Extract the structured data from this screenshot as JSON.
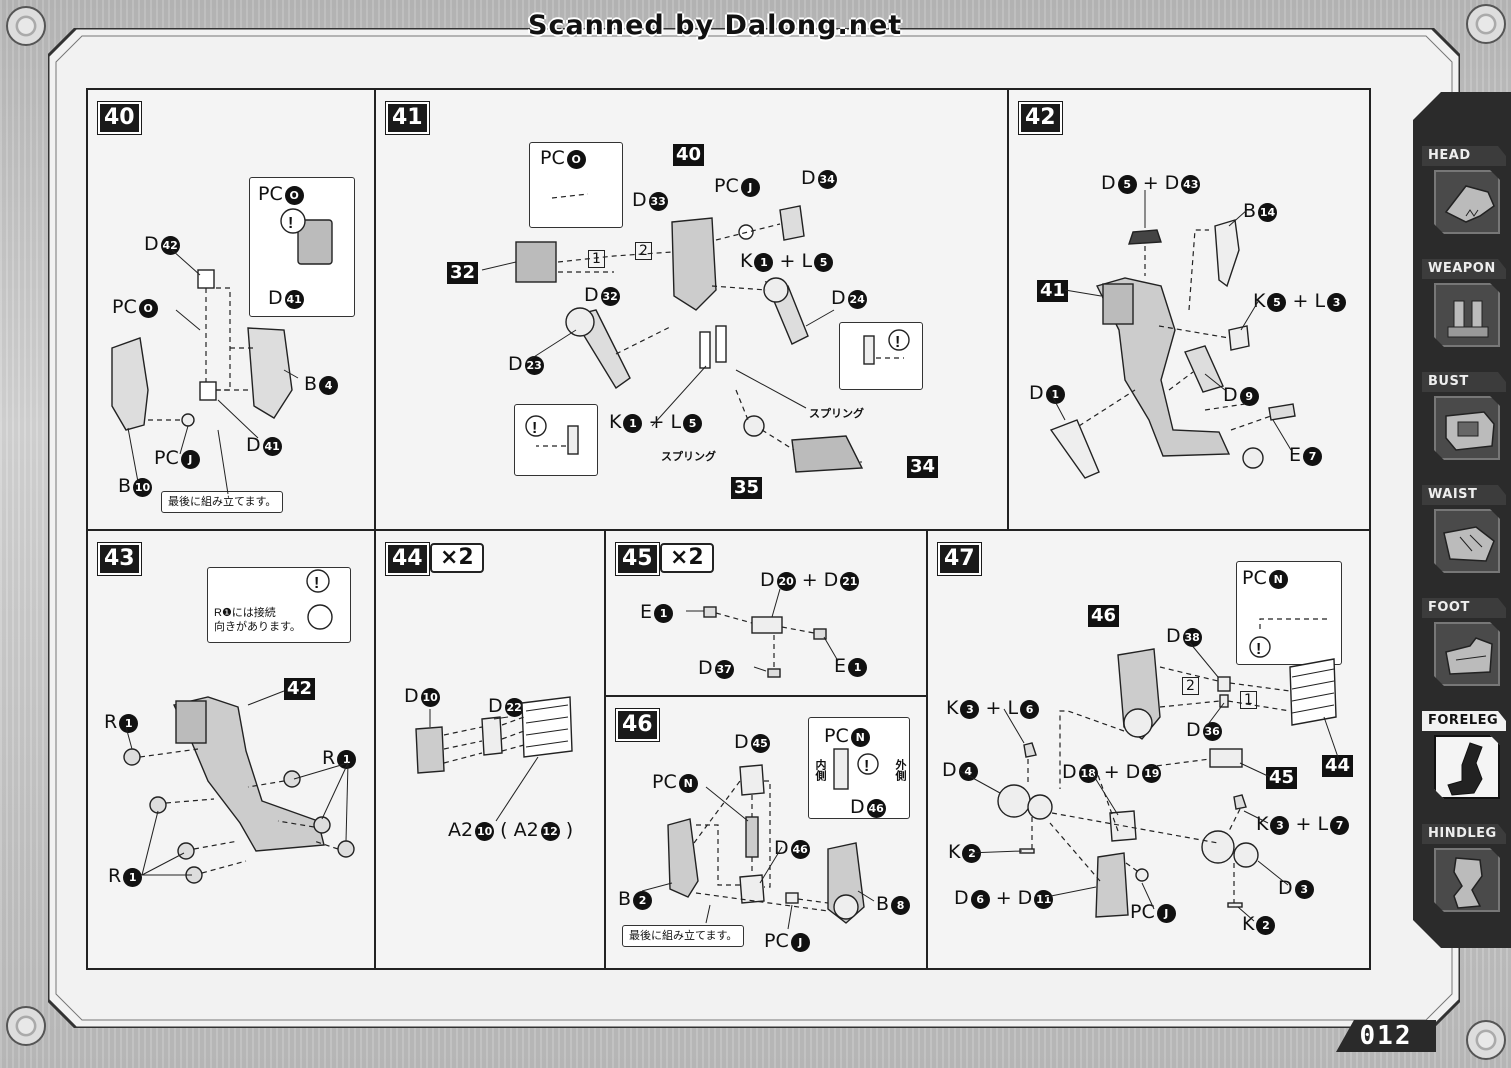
{
  "header": {
    "scan_credit": "Scanned by Dalong.net"
  },
  "page_number": "012",
  "sidebar": {
    "tabs": [
      {
        "label": "HEAD",
        "icon": "head-icon",
        "active": false
      },
      {
        "label": "WEAPON",
        "icon": "weapon-icon",
        "active": false
      },
      {
        "label": "BUST",
        "icon": "bust-icon",
        "active": false
      },
      {
        "label": "WAIST",
        "icon": "waist-icon",
        "active": false
      },
      {
        "label": "FOOT",
        "icon": "foot-icon",
        "active": false
      },
      {
        "label": "FORELEG",
        "icon": "foreleg-icon",
        "active": true
      },
      {
        "label": "HINDLEG",
        "icon": "hindleg-icon",
        "active": false
      }
    ]
  },
  "steps": {
    "s40": {
      "num": "40",
      "labels": {
        "pc_o_top": "PC",
        "d42": "D",
        "pc_o": "PC",
        "b4": "B",
        "d41_top": "D",
        "d41": "D",
        "pc_j": "PC",
        "b10": "B"
      },
      "circs": {
        "o_top": "O",
        "c42": "42",
        "o": "O",
        "c4": "4",
        "c41_top": "41",
        "c41": "41",
        "j": "J",
        "c10": "10"
      },
      "note": "最後に組み立てます。"
    },
    "s41": {
      "num": "41",
      "labels": {
        "pc_o": "PC",
        "d33": "D",
        "pc_j": "PC",
        "d34": "D",
        "k1l5_top": "K",
        "plus_l_top": "+ L",
        "d32": "D",
        "d24": "D",
        "d23": "D",
        "k1l5": "K",
        "plus_l": "+ L",
        "spring1": "スプリング",
        "spring2": "スプリング"
      },
      "circs": {
        "o": "O",
        "c33": "33",
        "j": "J",
        "c34": "34",
        "k1": "1",
        "l5": "5",
        "c32": "32",
        "c24": "24",
        "c23": "23",
        "k1b": "1",
        "l5b": "5"
      },
      "boxnums": {
        "b40": "40",
        "b32": "32",
        "b35": "35",
        "b34": "34"
      },
      "order": {
        "first": "1",
        "second": "2"
      }
    },
    "s42": {
      "num": "42",
      "labels": {
        "d5d43": "D",
        "plus_d": "+ D",
        "b14": "B",
        "k5l3": "K",
        "plus_l": "+ L",
        "d1": "D",
        "d9": "D",
        "e7": "E"
      },
      "circs": {
        "c5": "5",
        "c43": "43",
        "c14": "14",
        "k5": "5",
        "l3": "3",
        "c1": "1",
        "c9": "9",
        "c7": "7"
      },
      "boxnums": {
        "b41": "41"
      }
    },
    "s43": {
      "num": "43",
      "note_line1": "R❶には接続",
      "note_line2": "向きがあります。",
      "labels": {
        "r1a": "R",
        "r1b": "R",
        "r1c": "R"
      },
      "circs": {
        "a": "1",
        "b": "1",
        "c": "1"
      },
      "boxnums": {
        "b42": "42"
      }
    },
    "s44": {
      "num": "44",
      "mult": "×2",
      "labels": {
        "d10": "D",
        "d22": "D",
        "a2": "A2",
        "a2b_open": "( A2",
        "a2b_close": ")"
      },
      "circs": {
        "c10": "10",
        "c22": "22",
        "a10": "10",
        "a12": "12"
      }
    },
    "s45": {
      "num": "45",
      "mult": "×2",
      "labels": {
        "d20d21": "D",
        "plus_d": "+ D",
        "e1a": "E",
        "e1b": "E",
        "d37": "D"
      },
      "circs": {
        "c20": "20",
        "c21": "21",
        "e1a": "1",
        "e1b": "1",
        "c37": "37"
      }
    },
    "s46": {
      "num": "46",
      "labels": {
        "d45": "D",
        "pc_n": "PC",
        "pc_n_box": "PC",
        "inner": "内側",
        "outer": "外側",
        "d46_box": "D",
        "d46": "D",
        "b2": "B",
        "b8": "B",
        "pc_j": "PC"
      },
      "circs": {
        "c45": "45",
        "n": "N",
        "n_box": "N",
        "c46_box": "46",
        "c46": "46",
        "c2": "2",
        "c8": "8",
        "j": "J"
      },
      "note": "最後に組み立てます。"
    },
    "s47": {
      "num": "47",
      "labels": {
        "pc_n": "PC",
        "d38": "D",
        "k3l6": "K",
        "plus_l6": "+ L",
        "d36": "D",
        "d4": "D",
        "d18d19": "D",
        "plus_d19": "+ D",
        "k3l7": "K",
        "plus_l7": "+ L",
        "k2a": "K",
        "d3": "D",
        "d6d11": "D",
        "plus_d11": "+ D",
        "pc_j": "PC",
        "k2b": "K"
      },
      "circs": {
        "n": "N",
        "c38": "38",
        "k3a": "3",
        "l6": "6",
        "c36": "36",
        "c4": "4",
        "c18": "18",
        "c19": "19",
        "k3b": "3",
        "l7": "7",
        "k2a": "2",
        "c3": "3",
        "c6": "6",
        "c11": "11",
        "j": "J",
        "k2b": "2"
      },
      "boxnums": {
        "b46": "46",
        "b45": "45",
        "b44": "44"
      },
      "order": {
        "first": "1",
        "second": "2"
      }
    }
  }
}
